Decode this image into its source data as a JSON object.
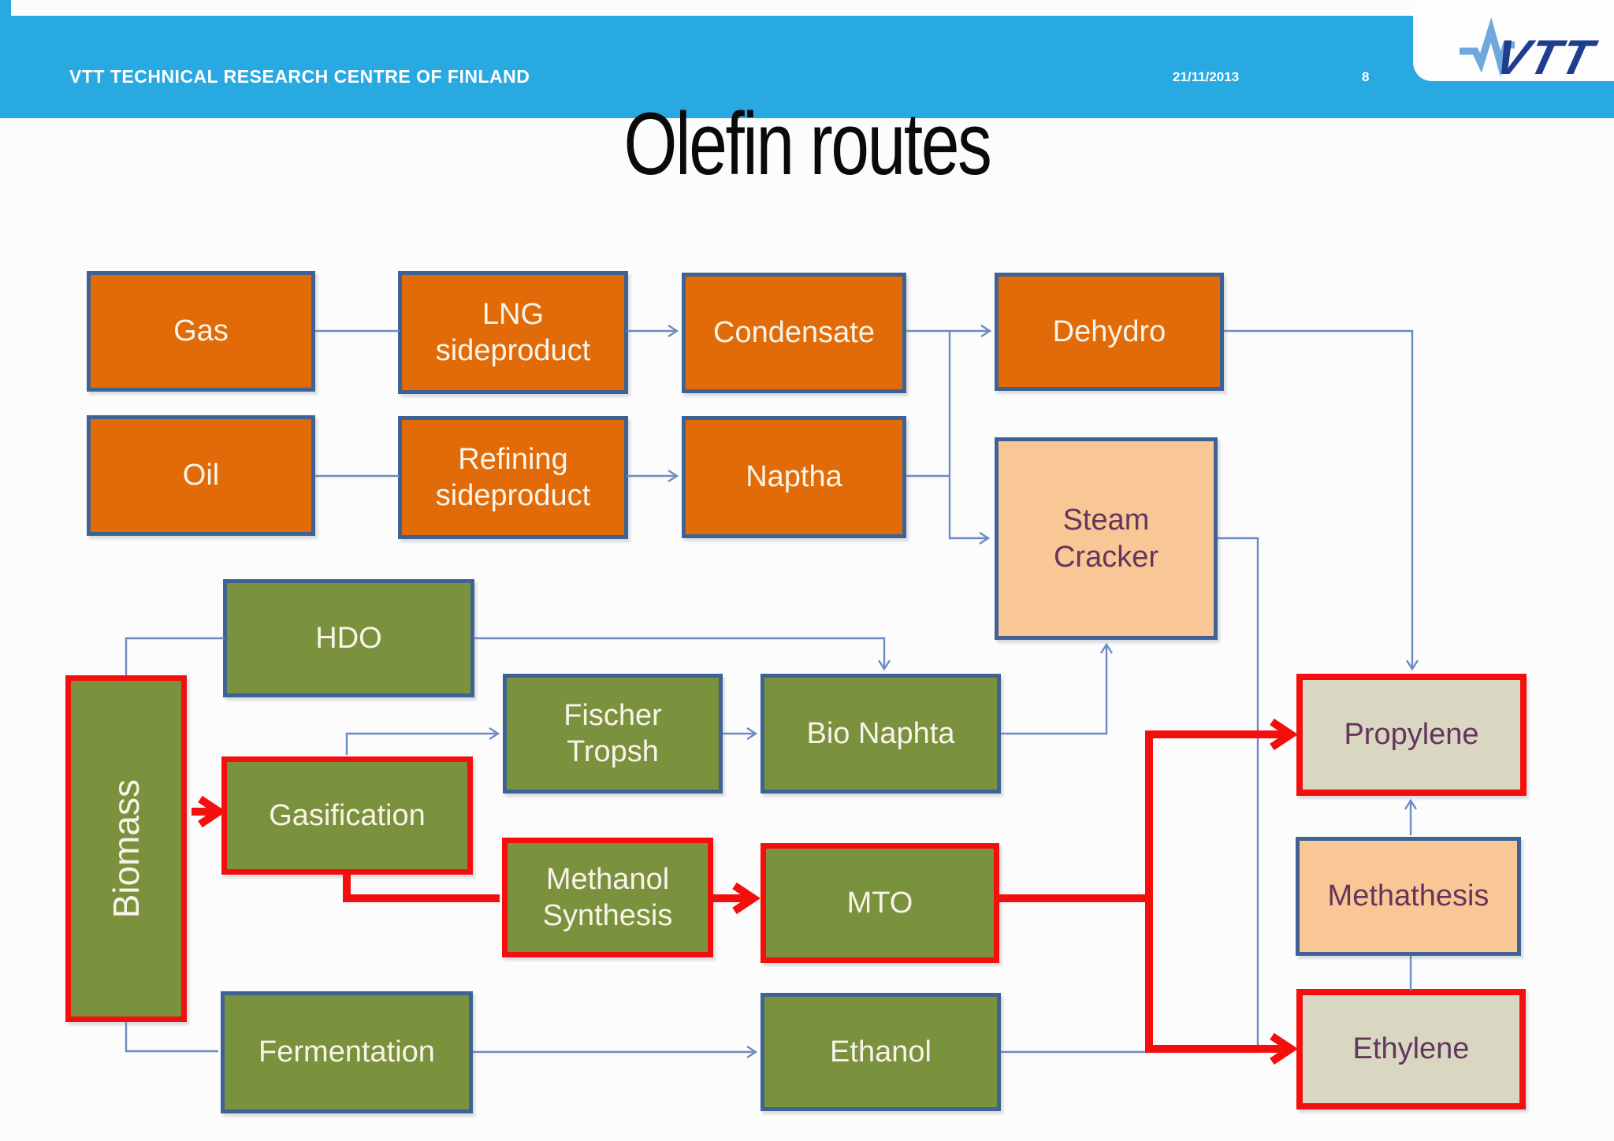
{
  "header": {
    "organization": "VTT TECHNICAL RESEARCH CENTRE OF FINLAND",
    "date": "21/11/2013",
    "page_number": "8",
    "logo_text": "VTT"
  },
  "title": "Olefin routes",
  "diagram": {
    "nodes": {
      "gas": {
        "label": "Gas",
        "type": "fossil"
      },
      "lng": {
        "label": "LNG\nsideproduct",
        "type": "fossil"
      },
      "condensate": {
        "label": "Condensate",
        "type": "fossil"
      },
      "dehydro": {
        "label": "Dehydro",
        "type": "fossil"
      },
      "oil": {
        "label": "Oil",
        "type": "fossil"
      },
      "refining": {
        "label": "Refining\nsideproduct",
        "type": "fossil"
      },
      "naptha": {
        "label": "Naptha",
        "type": "fossil"
      },
      "steam_cracker": {
        "label": "Steam\nCracker",
        "type": "process"
      },
      "hdo": {
        "label": "HDO",
        "type": "bio"
      },
      "biomass": {
        "label": "Biomass",
        "type": "bio-highlight"
      },
      "fischer_tropsh": {
        "label": "Fischer\nTropsh",
        "type": "bio"
      },
      "bio_naphta": {
        "label": "Bio Naphta",
        "type": "bio"
      },
      "gasification": {
        "label": "Gasification",
        "type": "bio-highlight"
      },
      "methanol_synthesis": {
        "label": "Methanol\nSynthesis",
        "type": "bio-highlight"
      },
      "mto": {
        "label": "MTO",
        "type": "bio-highlight"
      },
      "fermentation": {
        "label": "Fermentation",
        "type": "bio"
      },
      "ethanol": {
        "label": "Ethanol",
        "type": "bio"
      },
      "propylene": {
        "label": "Propylene",
        "type": "product-highlight"
      },
      "methathesis": {
        "label": "Methathesis",
        "type": "process"
      },
      "ethylene": {
        "label": "Ethylene",
        "type": "product-highlight"
      }
    },
    "edges": [
      {
        "from": "gas",
        "to": "lng",
        "style": "blue-plain"
      },
      {
        "from": "lng",
        "to": "condensate",
        "style": "blue-arrow"
      },
      {
        "from": "oil",
        "to": "refining",
        "style": "blue-plain"
      },
      {
        "from": "refining",
        "to": "naptha",
        "style": "blue-arrow"
      },
      {
        "from": "condensate",
        "to": "dehydro",
        "style": "blue-arrow"
      },
      {
        "from": "condensate",
        "to": "steam_cracker",
        "style": "blue-arrow"
      },
      {
        "from": "naptha",
        "to": "steam_cracker",
        "style": "blue-arrow"
      },
      {
        "from": "dehydro",
        "to": "propylene",
        "style": "blue-arrow"
      },
      {
        "from": "steam_cracker",
        "to": "ethylene",
        "style": "blue-plain"
      },
      {
        "from": "biomass",
        "to": "hdo",
        "style": "blue-plain"
      },
      {
        "from": "hdo",
        "to": "bio_naphta",
        "style": "blue-arrow"
      },
      {
        "from": "gasification",
        "to": "fischer_tropsh",
        "style": "blue-arrow"
      },
      {
        "from": "fischer_tropsh",
        "to": "bio_naphta",
        "style": "blue-arrow"
      },
      {
        "from": "bio_naphta",
        "to": "steam_cracker",
        "style": "blue-arrow"
      },
      {
        "from": "methathesis",
        "to": "propylene",
        "style": "blue-arrow"
      },
      {
        "from": "ethylene",
        "to": "methathesis",
        "style": "blue-plain"
      },
      {
        "from": "biomass",
        "to": "fermentation",
        "style": "blue-plain"
      },
      {
        "from": "fermentation",
        "to": "ethanol",
        "style": "blue-arrow"
      },
      {
        "from": "ethanol",
        "to": "ethylene",
        "style": "blue-plain"
      },
      {
        "from": "biomass",
        "to": "gasification",
        "style": "red-arrow"
      },
      {
        "from": "gasification",
        "to": "methanol_synthesis",
        "style": "red-plain"
      },
      {
        "from": "methanol_synthesis",
        "to": "mto",
        "style": "red-arrow"
      },
      {
        "from": "mto",
        "to": "propylene",
        "style": "red-arrow"
      },
      {
        "from": "mto",
        "to": "ethylene",
        "style": "red-arrow"
      }
    ],
    "colors": {
      "header_cyan": "#29A9E1",
      "fossil_orange": "#E16B09",
      "bio_green": "#7A913D",
      "process_peach": "#F9C795",
      "product_beige": "#D9D6C1",
      "box_border_blue": "#3E6293",
      "highlight_red": "#F40F0F",
      "connector_blue": "#6B8CBF",
      "label_light": "#F8F4E8",
      "label_purple": "#64365D",
      "logo_dark_blue": "#1F3D8F",
      "logo_pulse_blue": "#6FA8DC"
    }
  }
}
